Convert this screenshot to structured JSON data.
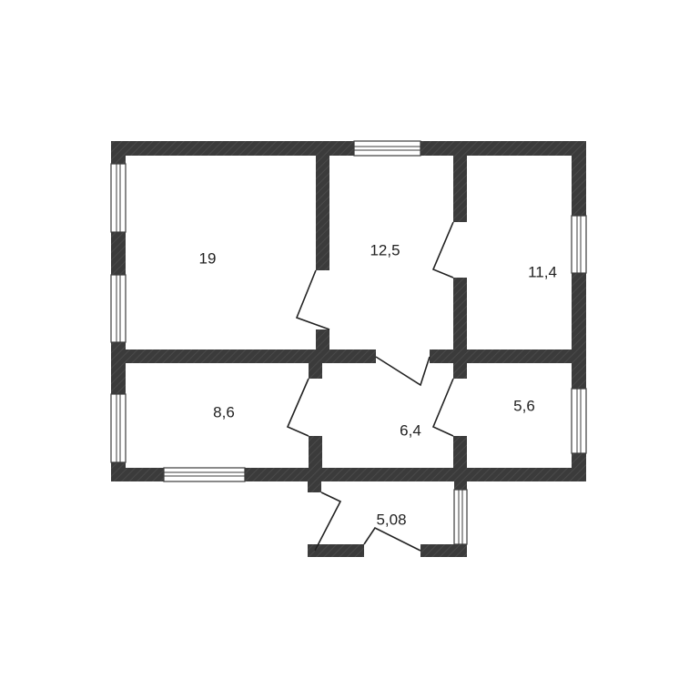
{
  "rooms": [
    {
      "id": "room-1",
      "label": "19"
    },
    {
      "id": "room-2",
      "label": "12,5"
    },
    {
      "id": "room-3",
      "label": "11,4"
    },
    {
      "id": "room-4",
      "label": "8,6"
    },
    {
      "id": "room-5",
      "label": "6,4"
    },
    {
      "id": "room-6",
      "label": "5,6"
    },
    {
      "id": "room-7",
      "label": "5,08"
    }
  ],
  "colors": {
    "wall": "#3b3b3b",
    "background": "#ffffff",
    "text": "#222222"
  }
}
